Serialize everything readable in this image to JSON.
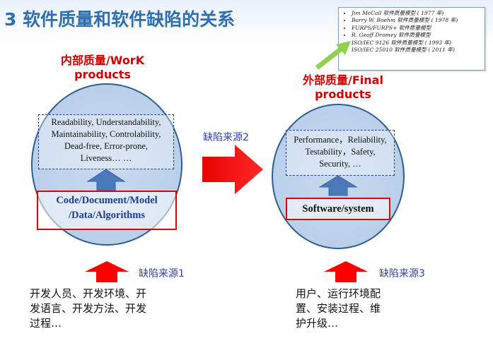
{
  "title": "3 软件质量和软件缺陷的关系",
  "references": [
    "Jim McCall 软件质量模型 ( 1977 年)",
    "Barry W. Boehm 软件质量模型 ( 1978 年)",
    "FURPS/FURPS+ 软件质量模型",
    "R. Geoff Dromey 软件质量模型",
    "ISO/IEC 9126 软件质量模型 ( 1993 年)",
    "ISO/IEC 25010 软件质量模型 ( 2011 年)"
  ],
  "left": {
    "title_line1": "内部质量/WorK",
    "title_line2": "products",
    "attributes": [
      "Readability, Understandability,",
      "Maintainability, Controlability,",
      "Dead-free, Error-prone,",
      "Liveness… …"
    ],
    "artifact_line1": "Code/Document/Model",
    "artifact_line2": "/Data/Algorithms"
  },
  "right": {
    "title_line1": "外部质量/Final",
    "title_line2": "products",
    "attributes": [
      "Performance，Reliability,",
      "Testability，Safety,",
      "Security, …"
    ],
    "artifact": "Software/system"
  },
  "sources": {
    "middle": "缺陷来源2",
    "left": "缺陷来源1",
    "right": "缺陷来源3"
  },
  "bottom_left": [
    "开发人员、开发环境、开",
    "发语言、开发方法、开发",
    "过程…"
  ],
  "bottom_right": [
    "用户、运行环境配",
    "置、安装过程、维",
    "护升级…"
  ],
  "colors": {
    "title_blue": "#2f6fb0",
    "red": "#cc0000",
    "circle_fill": "#c0d4ec",
    "up_arrow_blue": "#4a78b8",
    "label_blue": "#2f3fa8",
    "green_pointer": "#92d050"
  },
  "icons": {
    "green_pointer": "diagonal-arrow-icon",
    "up_arrow": "up-arrow-icon",
    "right_arrow": "right-arrow-icon"
  }
}
